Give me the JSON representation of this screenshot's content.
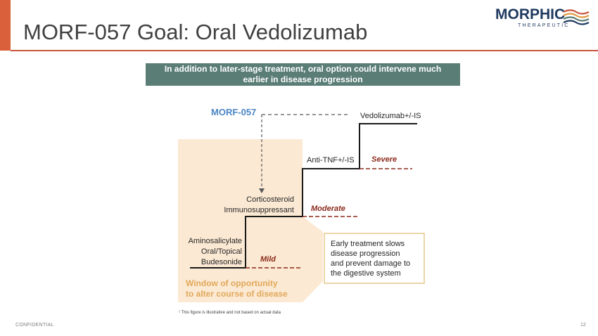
{
  "slide": {
    "title": "MORF-057 Goal: Oral Vedolizumab",
    "banner_line1": "In addition to later-stage treatment, oral option could intervene much",
    "banner_line2": "earlier in disease progression",
    "footer_left": "CONFIDENTIAL",
    "page_number": "12"
  },
  "logo": {
    "name": "MORPHIC",
    "tagline": "THERAPEUTIC"
  },
  "diagram": {
    "morf_label": "MORF-057",
    "step_vedolizumab": "Vedolizumab+/-IS",
    "step_antitnf": "Anti-TNF+/-IS",
    "step_cortico_line1": "Corticosteroid",
    "step_cortico_line2": "Immunosuppressant",
    "step_amino_line1": "Aminosalicylate",
    "step_amino_line2": "Oral/Topical",
    "step_amino_line3": "Budesonide",
    "severity_severe": "Severe",
    "severity_moderate": "Moderate",
    "severity_mild": "Mild",
    "window_line1": "Window of opportunity",
    "window_line2": "to alter course of disease",
    "callout_line1": "Early treatment slows",
    "callout_line2": "disease progression",
    "callout_line3": "and prevent damage to",
    "callout_line4": "the digestive system",
    "footnote": "¹ This figure is illustrative and not based on actual data"
  },
  "colors": {
    "accent": "#d9603b",
    "brand_navy": "#1f3a5f",
    "banner_bg": "#5a7d76",
    "morf_blue": "#4a86c5",
    "severity_red": "#8b2a1a",
    "window_fill": "#fbe9d3",
    "window_text": "#e1a85a",
    "callout_border": "#e0b96d"
  }
}
